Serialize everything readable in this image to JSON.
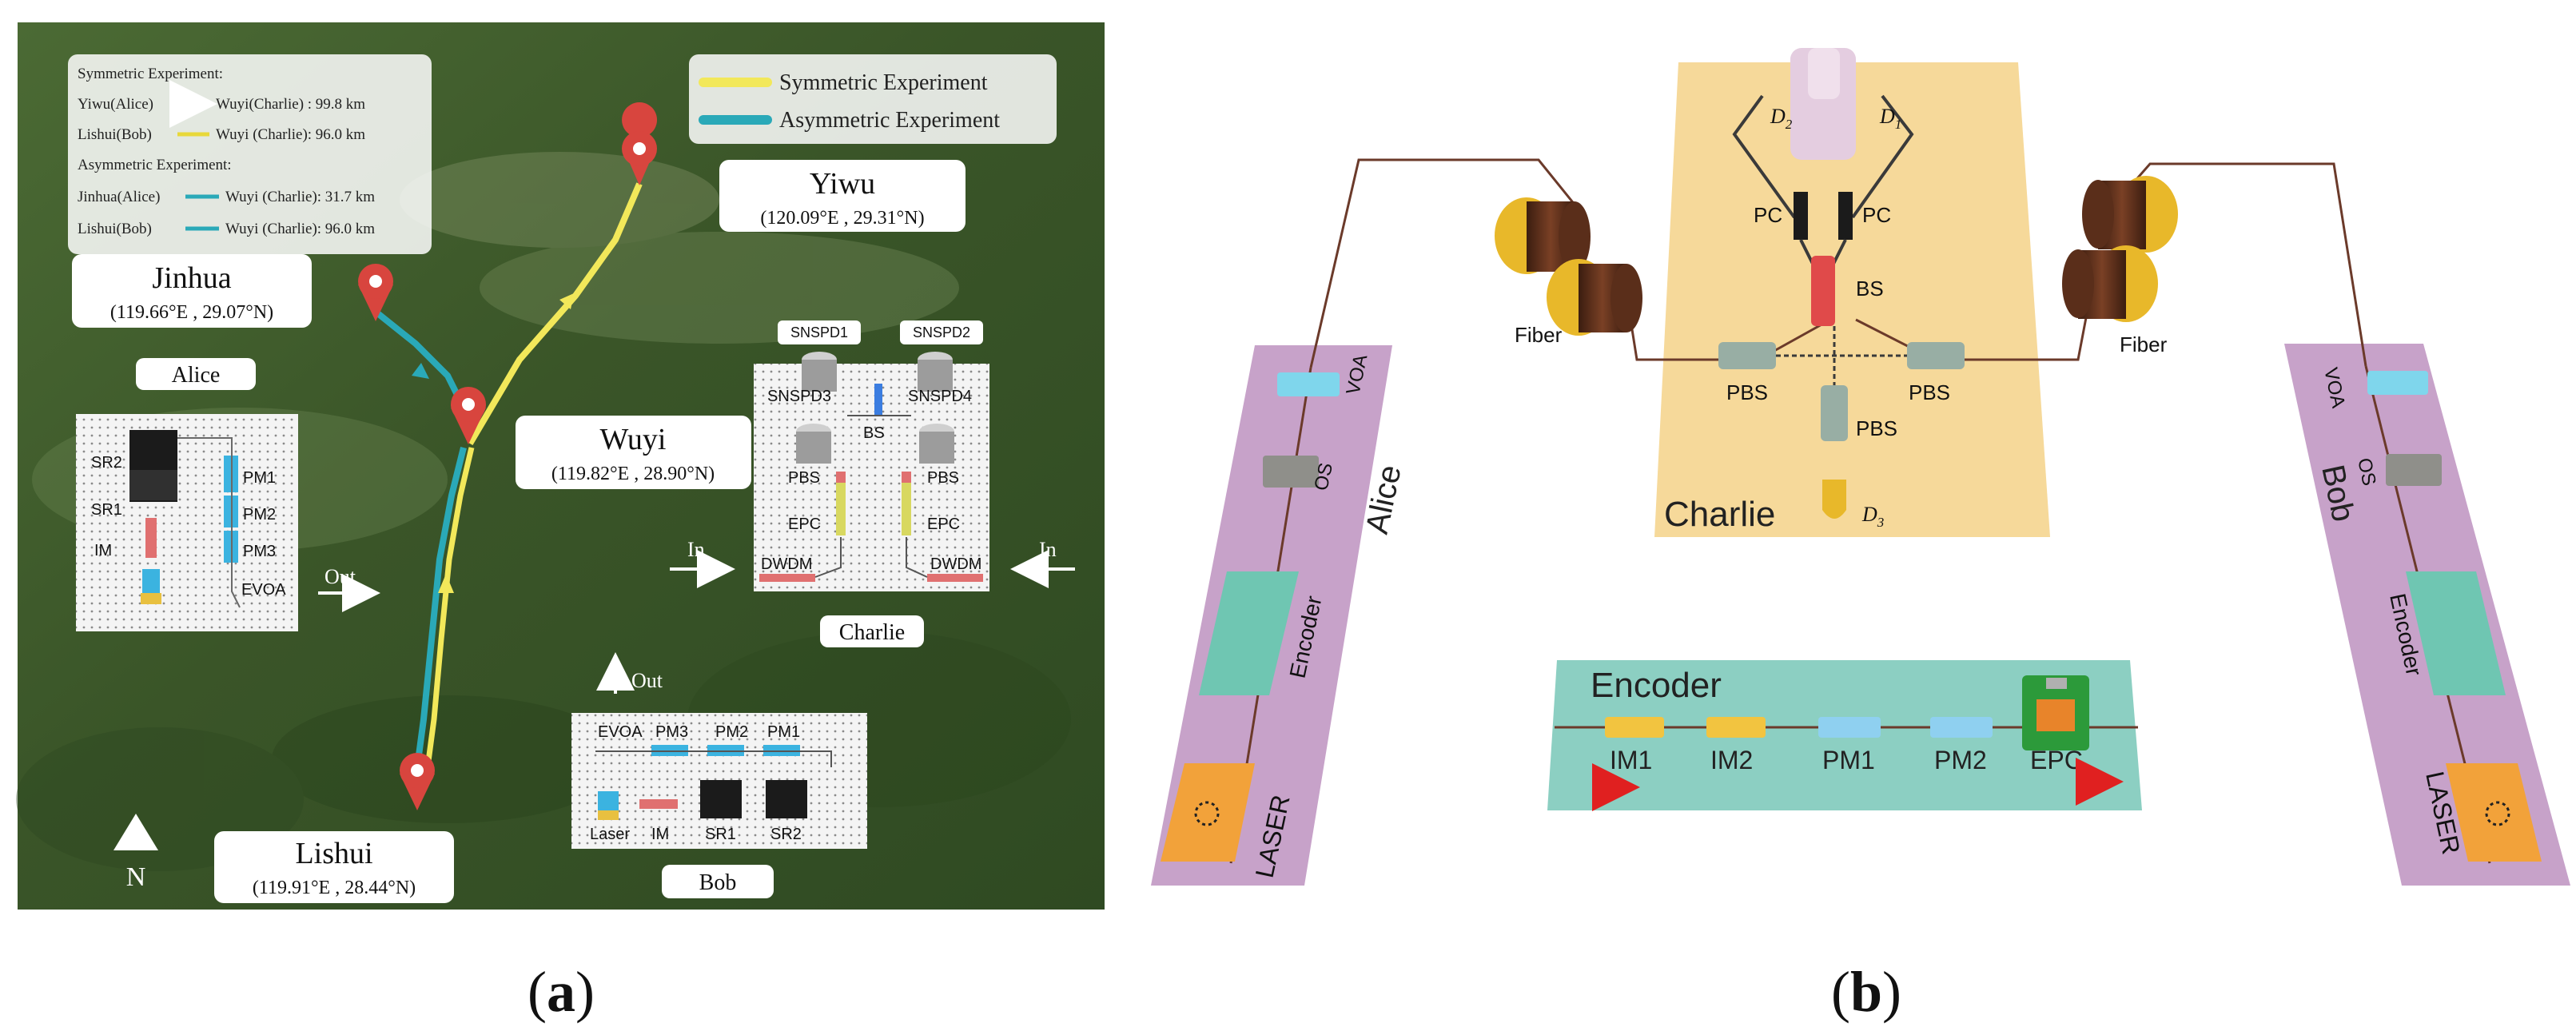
{
  "panel_a": {
    "legend_box": {
      "sym_title": "Symmetric Experiment:",
      "sym_row1_from": "Yiwu(Alice)",
      "sym_row1_to": "Wuyi(Charlie) : 99.8 km",
      "sym_row2_from": "Lishui(Bob)",
      "sym_row2_to": "Wuyi (Charlie): 96.0 km",
      "asym_title": "Asymmetric Experiment:",
      "asym_row1_from": "Jinhua(Alice)",
      "asym_row1_to": "Wuyi (Charlie): 31.7 km",
      "asym_row2_from": "Lishui(Bob)",
      "asym_row2_to": "Wuyi (Charlie): 96.0 km"
    },
    "key": {
      "symmetric": "Symmetric Experiment",
      "asymmetric": "Asymmetric Experiment"
    },
    "cities": {
      "yiwu": {
        "name": "Yiwu",
        "coord": "(120.09°E , 29.31°N)"
      },
      "jinhua": {
        "name": "Jinhua",
        "coord": "(119.66°E , 29.07°N)"
      },
      "wuyi": {
        "name": "Wuyi",
        "coord": "(119.82°E , 28.90°N)"
      },
      "lishui": {
        "name": "Lishui",
        "coord": "(119.91°E , 28.44°N)"
      }
    },
    "north": "N",
    "alice": {
      "label": "Alice",
      "sr2": "SR2",
      "sr1": "SR1",
      "im": "IM",
      "pm1": "PM1",
      "pm2": "PM2",
      "pm3": "PM3",
      "evoa": "EVOA"
    },
    "bob": {
      "label": "Bob",
      "evoa": "EVOA",
      "pm3": "PM3",
      "pm2": "PM2",
      "pm1": "PM1",
      "laser": "Laser",
      "im": "IM",
      "sr1": "SR1",
      "sr2": "SR2"
    },
    "charlie": {
      "label": "Charlie",
      "snspd1": "SNSPD1",
      "snspd2": "SNSPD2",
      "snspd3": "SNSPD3",
      "snspd4": "SNSPD4",
      "bs": "BS",
      "pbs": "PBS",
      "epc": "EPC",
      "dwdm": "DWDM"
    },
    "arrows": {
      "out": "Out",
      "in": "In"
    },
    "caption_letter": "a"
  },
  "panel_b": {
    "alice": {
      "name": "Alice",
      "voa": "VOA",
      "os": "OS",
      "encoder": "Encoder",
      "laser": "LASER"
    },
    "bob": {
      "name": "Bob",
      "voa": "VOA",
      "os": "OS",
      "encoder": "Encoder",
      "laser": "LASER"
    },
    "charlie": {
      "name": "Charlie",
      "d1": "D",
      "d1_sub": "1",
      "d2": "D",
      "d2_sub": "2",
      "d3": "D",
      "d3_sub": "3",
      "pc": "PC",
      "bs": "BS",
      "pbs": "PBS"
    },
    "fiber": "Fiber",
    "encoder_box": {
      "title": "Encoder",
      "items": [
        "IM1",
        "IM2",
        "PM1",
        "PM2",
        "EPC"
      ]
    },
    "caption_letter": "b"
  },
  "colors": {
    "map_green": "#3d5a2c",
    "sym_yellow": "#f2e85a",
    "asym_teal": "#2aa9b8",
    "pin_red": "#d8453e",
    "purple": "#c7a2c9",
    "charlie_bg": "#f6d99a",
    "encoder_bg": "#8ccfc2",
    "fiber_line": "#6b3a2a"
  }
}
